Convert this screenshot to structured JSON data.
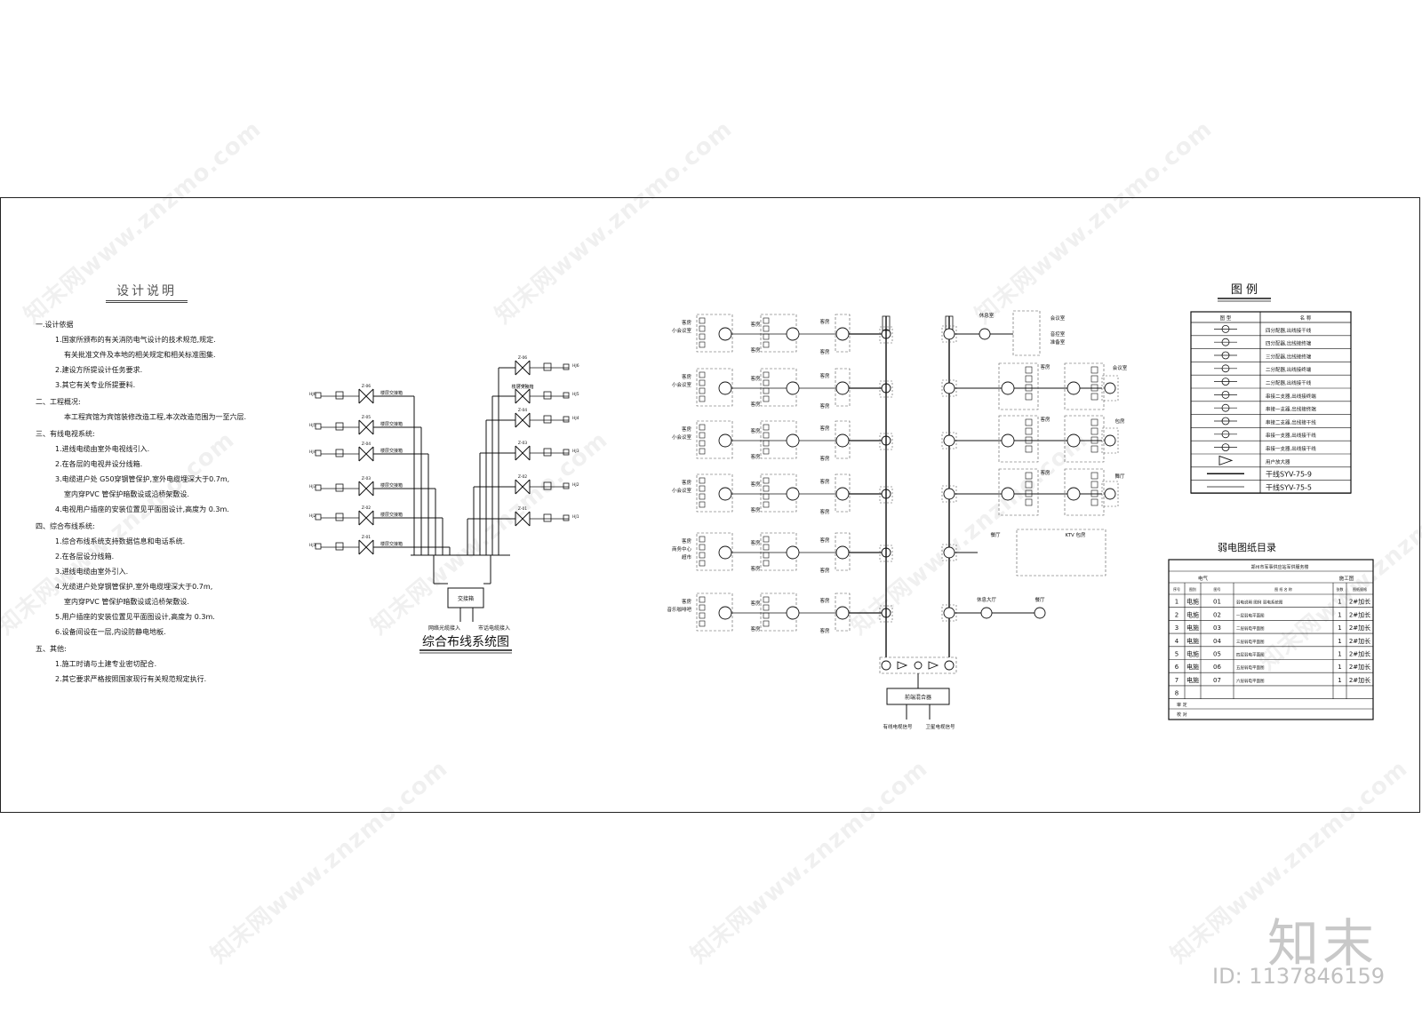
{
  "notes": {
    "title": "设计说明",
    "sections": [
      {
        "heading": "一.设计依据",
        "lines": [
          "1.国家所颁布的有关消防电气设计的技术规范,规定.",
          "有关批准文件及本地的相关规定和相关标准图集.",
          "2.建设方所提设计任务要求.",
          "3.其它有关专业所提要料."
        ]
      },
      {
        "heading": "二、工程概况:",
        "lines": [
          "本工程宾馆为宾馆装修改造工程,本次改造范围为一至六层."
        ]
      },
      {
        "heading": "三、有线电视系统:",
        "lines": [
          "1.进线电缆由室外电视线引入.",
          "2.在各层的电视井设分线箱.",
          "3.电缆进户处 G50穿钢管保护,室外电缆埋深大于0.7m,",
          "室内穿PVC 管保护暗敷设或沿桥架敷设.",
          "4.电视用户插座的安装位置见平面图设计,高度为 0.3m."
        ]
      },
      {
        "heading": "四、综合布线系统:",
        "lines": [
          "1.综合布线系统支持数据信息和电话系统.",
          "2.在各层设分线箱.",
          "3.进线电缆由室外引入.",
          "4.光缆进户处穿钢管保护,室外电缆埋深大于0.7m,",
          "室内穿PVC 管保护暗敷设或沿桥架敷设.",
          "5.用户插座的安装位置见平面图设计,高度为 0.3m.",
          "6.设备间设在一层,内设防静电地板."
        ]
      },
      {
        "heading": "五、其他:",
        "lines": [
          "1.施工时请与土建专业密切配合.",
          "2.其它要求严格按照国家现行有关规范规定执行."
        ]
      }
    ]
  },
  "cabling": {
    "title": "综合布线系统图",
    "floor_box_label": "楼层交接箱",
    "main_box_label": "交接箱",
    "input_fiber": "网络光缆接入",
    "input_phone": "市话电缆接入",
    "left_codes": [
      "Z-06",
      "Z-05",
      "Z-04",
      "Z-03",
      "Z-02",
      "Z-01"
    ],
    "right_codes": [
      "Z-06",
      "Z-05",
      "Z-04",
      "Z-03",
      "Z-02",
      "Z-01"
    ]
  },
  "tv": {
    "rows_left": [
      {
        "top": "客房",
        "sub": "小会议室"
      },
      {
        "top": "客房",
        "sub": "小会议室"
      },
      {
        "top": "客房",
        "sub": "小会议室"
      },
      {
        "top": "客房",
        "sub": "小会议室"
      },
      {
        "top": "客房",
        "sub": "商务中心\n超市"
      },
      {
        "top": "客房",
        "sub": "音乐咖啡吧"
      }
    ],
    "room": "客房",
    "right_labels": [
      "休息室",
      "会议室",
      "音控室\n准备室",
      "会议室",
      "包房",
      "舞厅",
      "餐厅",
      "KTV 包房",
      "休息大厅",
      "餐厅"
    ],
    "amp_label": "前端混合器",
    "input_cable": "有线电视信号",
    "input_satellite": "卫星电视信号"
  },
  "legend": {
    "title": "图  例",
    "headers": [
      "图 型",
      "名 称"
    ],
    "rows": [
      "四分配器,出线接干线",
      "四分配器,出线接终端",
      "三分配器,出线接终端",
      "二分配器,出线接终端",
      "二分配器,出线接干线",
      "串接二支器,出线接终端",
      "串接一支器,出线接终端",
      "串接二支器,出线接干线",
      "串接一支器,出线接干线",
      "串接一支器,出线接干线",
      "用户放大器",
      "干线SYV-75-9",
      "干线SYV-75-5"
    ]
  },
  "catalog": {
    "title": "弱电图纸目录",
    "project": "郑州市军事供应站军供服务楼",
    "discipline": "电气",
    "stage": "施工图",
    "head": [
      "序号",
      "图别",
      "图号",
      "图 纸 名 称",
      "张数",
      "图纸规格"
    ],
    "rows": [
      [
        "1",
        "电施",
        "01",
        "弱电说明 图例 弱电系统图",
        "1",
        "2#加长"
      ],
      [
        "2",
        "电施",
        "02",
        "一层弱电平面图",
        "1",
        "2#加长"
      ],
      [
        "3",
        "电施",
        "03",
        "二层弱电平面图",
        "1",
        "2#加长"
      ],
      [
        "4",
        "电施",
        "04",
        "三层弱电平面图",
        "1",
        "2#加长"
      ],
      [
        "5",
        "电施",
        "05",
        "四层弱电平面图",
        "1",
        "2#加长"
      ],
      [
        "6",
        "电施",
        "06",
        "五层弱电平面图",
        "1",
        "2#加长"
      ],
      [
        "7",
        "电施",
        "07",
        "六层弱电平面图",
        "1",
        "2#加长"
      ],
      [
        "8",
        "",
        "",
        "",
        "",
        ""
      ]
    ],
    "foot1": "审 定",
    "foot2": "校 对"
  },
  "watermark": "知末网www.znzmo.com",
  "brand": "知末",
  "image_id": "ID: 1137846159"
}
